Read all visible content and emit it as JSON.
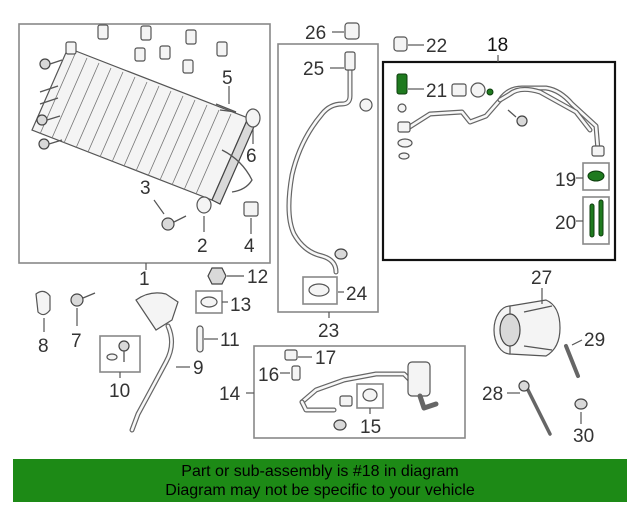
{
  "callouts": {
    "n1": "1",
    "n2": "2",
    "n3": "3",
    "n4": "4",
    "n5": "5",
    "n6": "6",
    "n7": "7",
    "n8": "8",
    "n9": "9",
    "n10": "10",
    "n11": "11",
    "n12": "12",
    "n13": "13",
    "n14": "14",
    "n15": "15",
    "n16": "16",
    "n17": "17",
    "n18": "18",
    "n19": "19",
    "n20": "20",
    "n21": "21",
    "n22": "22",
    "n23": "23",
    "n24": "24",
    "n25": "25",
    "n26": "26",
    "n27": "27",
    "n28": "28",
    "n29": "29",
    "n30": "30"
  },
  "highlighted_part": "18",
  "colors": {
    "banner_bg": "#1d8a16",
    "highlight": "#1f7a1f"
  },
  "banner": {
    "line1": "Part or sub-assembly is #18 in diagram",
    "line2": "Diagram may not be specific to your vehicle"
  }
}
